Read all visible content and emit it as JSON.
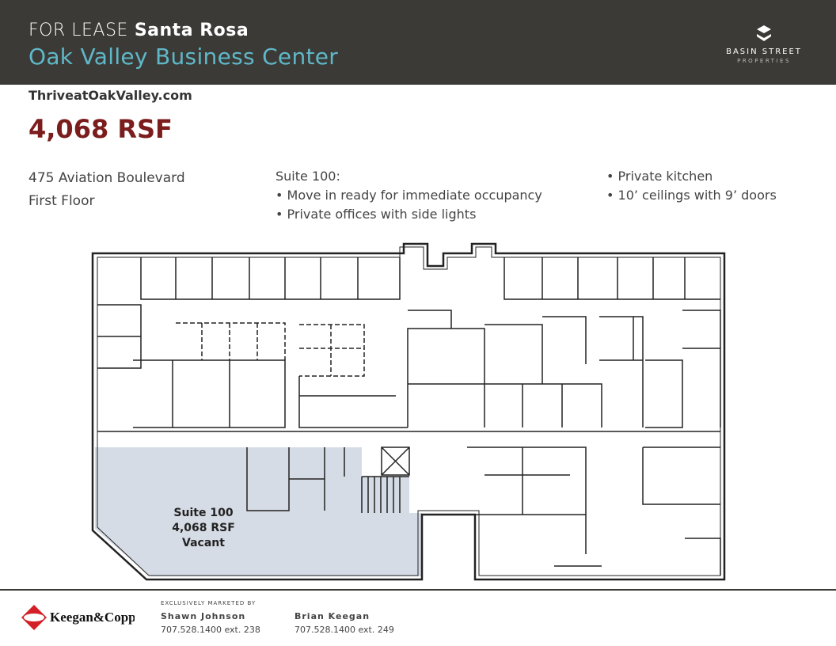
{
  "header": {
    "for_lease": "FOR LEASE",
    "city": "Santa Rosa",
    "title": "Oak Valley Business Center",
    "logo": {
      "name": "BASIN STREET",
      "sub": "PROPERTIES"
    }
  },
  "website": "ThriveatOakValley.com",
  "size": "4,068 RSF",
  "address": {
    "street": "475 Aviation Boulevard",
    "floor": "First Floor"
  },
  "features": {
    "suite_label": "Suite 100:",
    "col1": [
      "• Move in ready for immediate occupancy",
      "• Private offices with side lights"
    ],
    "col2": [
      "• Private kitchen",
      "• 10’ ceilings with 9’ doors"
    ]
  },
  "floorplan": {
    "suite": "Suite 100",
    "rsf": "4,068 RSF",
    "status": "Vacant",
    "highlight_color": "#d6dce5"
  },
  "footer": {
    "broker_logo": "Keegan & Coppin Company, Inc.",
    "marketed_by": "EXCLUSIVELY MARKETED BY",
    "agents": [
      {
        "name": "Shawn Johnson",
        "phone": "707.528.1400 ext. 238"
      },
      {
        "name": "Brian Keegan",
        "phone": "707.528.1400 ext. 249"
      }
    ]
  }
}
